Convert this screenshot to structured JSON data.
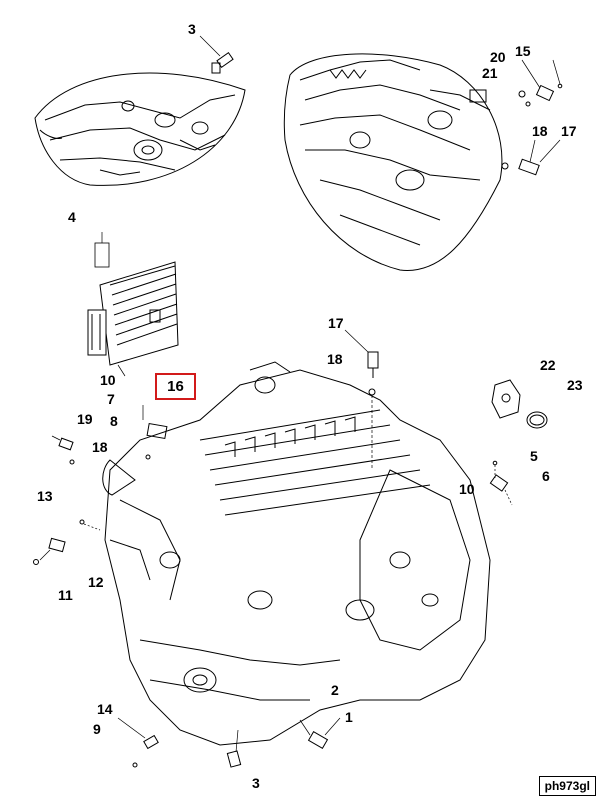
{
  "callouts": {
    "c3_top": "3",
    "c20": "20",
    "c15": "15",
    "c21": "21",
    "c18_top": "18",
    "c17_top": "17",
    "c4": "4",
    "c17_mid": "17",
    "c18_mid": "18",
    "c22": "22",
    "c23": "23",
    "c10_left": "10",
    "c16": "16",
    "c7": "7",
    "c19": "19",
    "c8": "8",
    "c18_left": "18",
    "c5": "5",
    "c10_right": "10",
    "c6": "6",
    "c13": "13",
    "c12": "12",
    "c11": "11",
    "c2": "2",
    "c1": "1",
    "c14": "14",
    "c9": "9",
    "c3_bottom": "3"
  },
  "figure_code": "ph973gl",
  "colors": {
    "line": "#000000",
    "highlight": "#d21a1a"
  }
}
